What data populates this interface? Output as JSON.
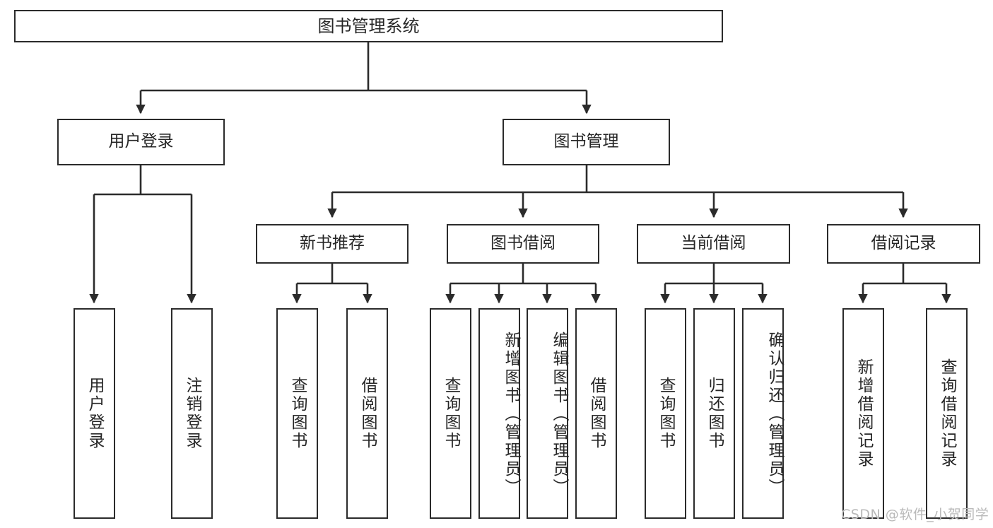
{
  "diagram": {
    "title": "图书管理系统",
    "type": "tree-hierarchy",
    "watermark": "CSDN @软件_小贺同学",
    "colors": {
      "box_border": "#2b2b2b",
      "box_fill": "#ffffff",
      "text": "#262626",
      "edge": "#2b2b2b",
      "watermark": "#b9b9b9",
      "background": "#ffffff"
    },
    "nodes": {
      "root": {
        "label": "图书管理系统"
      },
      "level2": [
        {
          "label": "用户登录"
        },
        {
          "label": "图书管理"
        }
      ],
      "level3": [
        {
          "label": "新书推荐"
        },
        {
          "label": "图书借阅"
        },
        {
          "label": "当前借阅"
        },
        {
          "label": "借阅记录"
        }
      ],
      "leaves": {
        "user_login": [
          {
            "label": "用户登录"
          },
          {
            "label": "注销登录"
          }
        ],
        "new_book_recommend": [
          {
            "label": "查询图书"
          },
          {
            "label": "借阅图书"
          }
        ],
        "book_borrow": [
          {
            "label": "查询图书"
          },
          {
            "label": "新增图书（管理员）"
          },
          {
            "label": "编辑图书（管理员）"
          },
          {
            "label": "借阅图书"
          }
        ],
        "current_borrow": [
          {
            "label": "查询图书"
          },
          {
            "label": "归还图书"
          },
          {
            "label": "确认归还（管理员）"
          }
        ],
        "borrow_record": [
          {
            "label": "新增借阅记录"
          },
          {
            "label": "查询借阅记录"
          }
        ]
      }
    }
  }
}
